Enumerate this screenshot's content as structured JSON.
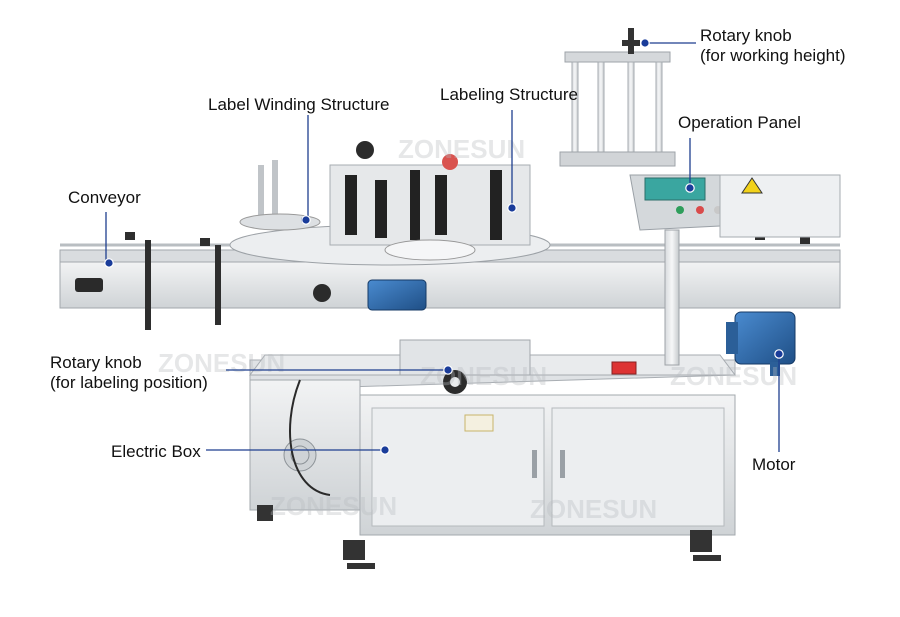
{
  "labels": {
    "rotary_knob_height": {
      "line1": "Rotary knob",
      "line2": "(for working height)"
    },
    "label_winding": "Label Winding Structure",
    "labeling_structure": "Labeling Structure",
    "operation_panel": "Operation Panel",
    "conveyor": "Conveyor",
    "rotary_knob_position": {
      "line1": "Rotary knob",
      "line2": "(for labeling position)"
    },
    "electric_box": "Electric Box",
    "motor": "Motor"
  },
  "watermark": "ZONESUN",
  "colors": {
    "leader_line": "#1e3f8f",
    "dot": "#1a3c9a",
    "steel_light": "#e4e6e8",
    "steel_mid": "#c8ccd0",
    "steel_dark": "#8e949a",
    "motor_blue": "#2f6fb0",
    "panel_teal": "#3aa6a0"
  }
}
